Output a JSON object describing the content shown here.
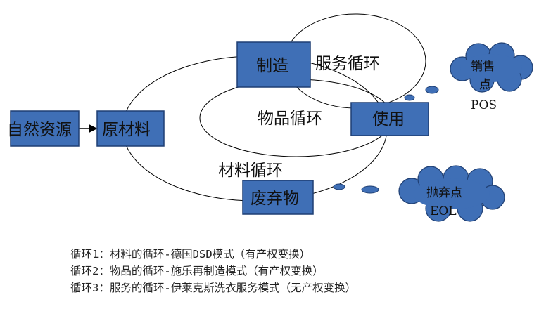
{
  "diagram": {
    "nodes": {
      "natural_resources": "自然资源",
      "raw_materials": "原材料",
      "manufacturing": "制造",
      "use": "使用",
      "waste": "废弃物"
    },
    "loops": {
      "service": "服务循环",
      "product": "物品循环",
      "material": "材料循环"
    },
    "clouds": {
      "pos": {
        "line1": "销售",
        "line2": "点",
        "line3": "POS"
      },
      "eol": {
        "line1": "抛弃点",
        "line2": "EOL"
      }
    },
    "colors": {
      "box_fill": "#3F6FB6",
      "box_stroke": "#1F3F73",
      "line": "#000000"
    }
  },
  "legend": [
    "循环1：材料的循环-德国DSD模式（有产权变换）",
    "循环2：物品的循环-施乐再制造模式（有产权变换）",
    "循环3：服务的循环-伊莱克斯洗衣服务模式（无产权变换）"
  ]
}
